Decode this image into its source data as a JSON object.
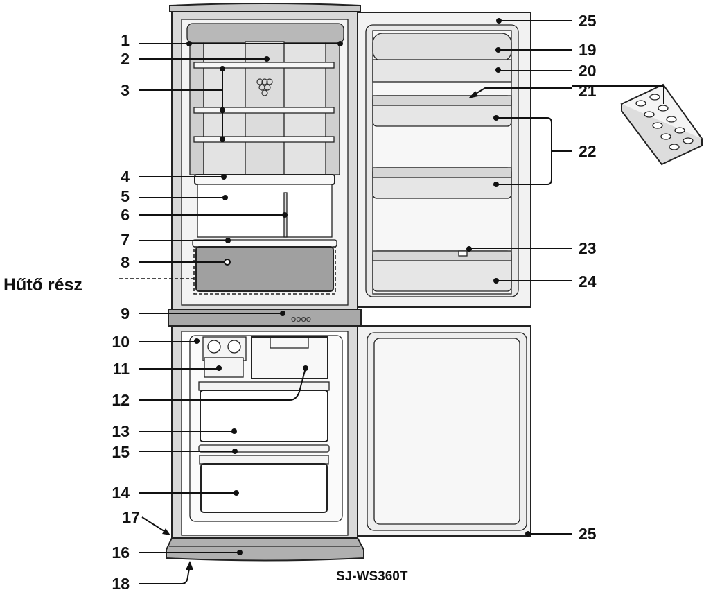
{
  "diagram": {
    "model": "SJ-WS360T",
    "zone_label": "Hűtő rész",
    "panel_text": "oooo",
    "left_labels": [
      "1",
      "2",
      "3",
      "4",
      "5",
      "6",
      "7",
      "8",
      "9",
      "10",
      "11",
      "12",
      "13",
      "15",
      "14",
      "17",
      "16",
      "18"
    ],
    "right_labels": [
      "25",
      "19",
      "20",
      "21",
      "22",
      "23",
      "24",
      "25"
    ],
    "colors": {
      "body": "#d9d9d9",
      "panel": "#a8a8a8",
      "crisper": "#a0a0a0",
      "door": "#f2f2f2",
      "interior": "#ececec",
      "line": "#111111"
    }
  }
}
